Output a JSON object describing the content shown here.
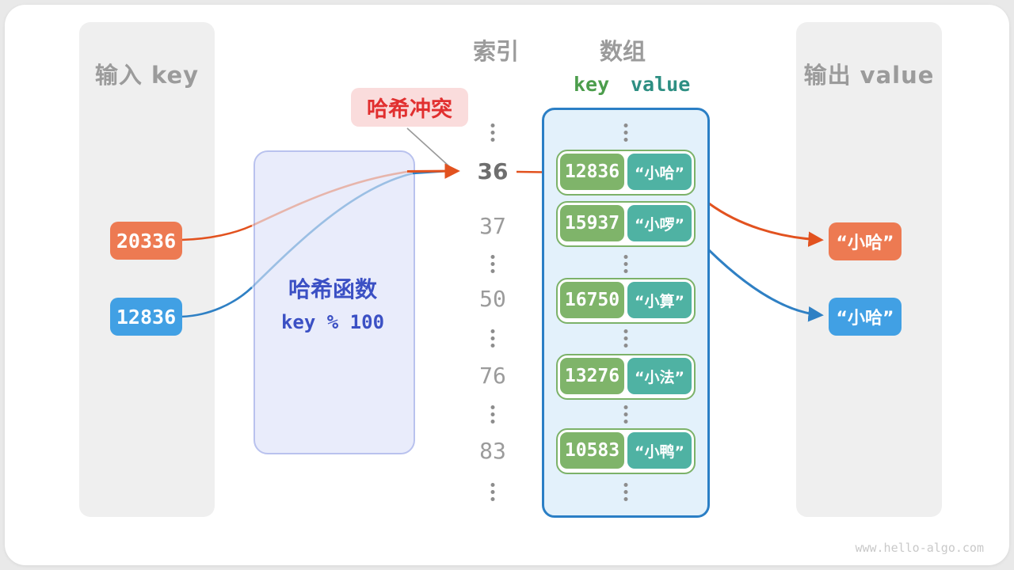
{
  "colors": {
    "orange": "#ed7a52",
    "blue": "#41a0e4",
    "arrow_orange": "#e2521f",
    "arrow_blue": "#2f80c4",
    "key_green": "#7fb46a",
    "value_teal": "#4fb2a3",
    "hash_text_blue": "#3b50c4",
    "collision_red": "#e12f2f",
    "array_border_blue": "#2b7fc5",
    "row_border_green": "#7cb269"
  },
  "input_panel": {
    "title": "输入 key",
    "keys": [
      "20336",
      "12836"
    ]
  },
  "hash_function": {
    "title": "哈希函数",
    "formula": "key % 100"
  },
  "collision": {
    "label": "哈希冲突"
  },
  "index_column": {
    "title": "索引",
    "values": [
      "36",
      "37",
      "50",
      "76",
      "83"
    ],
    "highlighted": "36"
  },
  "array": {
    "title": "数组",
    "key_header": "key",
    "value_header": "value",
    "rows": [
      {
        "key": "12836",
        "value": "“小哈”"
      },
      {
        "key": "15937",
        "value": "“小啰”"
      },
      {
        "key": "16750",
        "value": "“小算”"
      },
      {
        "key": "13276",
        "value": "“小法”"
      },
      {
        "key": "10583",
        "value": "“小鸭”"
      }
    ]
  },
  "output_panel": {
    "title": "输出 value",
    "values": [
      "“小哈”",
      "“小哈”"
    ]
  },
  "footer": {
    "site": "www.hello-algo.com"
  }
}
